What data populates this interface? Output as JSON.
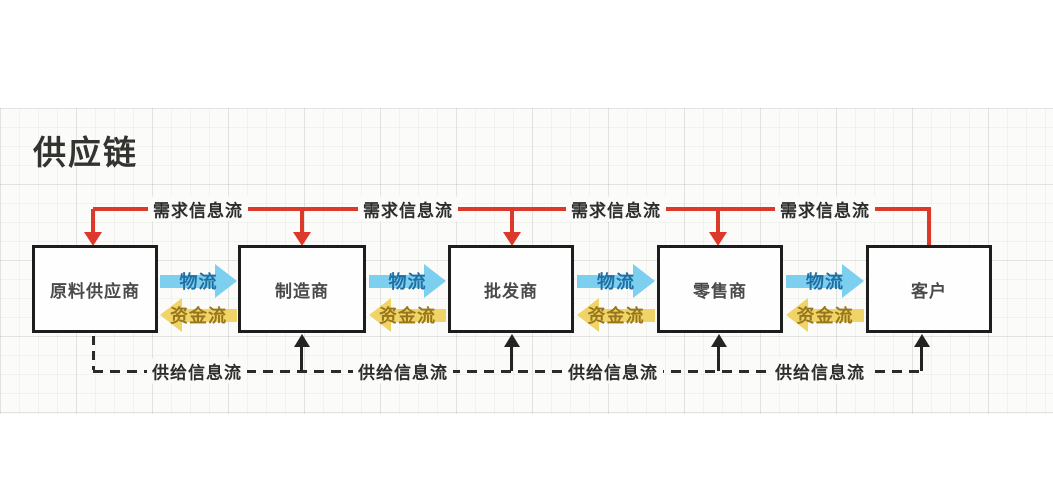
{
  "title": "供应链",
  "nodes": [
    {
      "label": "原料供应商"
    },
    {
      "label": "制造商"
    },
    {
      "label": "批发商"
    },
    {
      "label": "零售商"
    },
    {
      "label": "客户"
    }
  ],
  "flows": {
    "demand_info": {
      "label": "需求信息流",
      "color": "#dd392b"
    },
    "supply_info": {
      "label": "供给信息流",
      "color": "#2b2b2b",
      "line_style": "dashed"
    },
    "logistics": {
      "label": "物流",
      "arrow_color": "#7dcfef",
      "text_color": "#1f70a4"
    },
    "capital": {
      "label": "资金流",
      "arrow_color": "#f0d467",
      "text_color": "#97761c"
    }
  },
  "background": {
    "paper_color": "#fbfbf9",
    "grid_color": "#ececea"
  }
}
